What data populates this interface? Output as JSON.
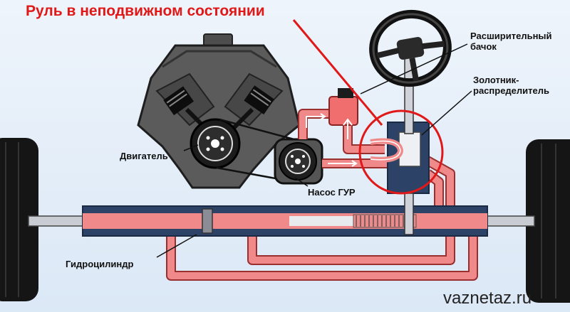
{
  "title": "Руль в неподвижном состоянии",
  "labels": {
    "reservoir_line1": "Расширительный",
    "reservoir_line2": "бачок",
    "valve_line1": "Золотник-",
    "valve_line2": "распределитель",
    "engine": "Двигатель",
    "pump": "Насос ГУР",
    "cylinder": "Гидроцилиндр"
  },
  "watermark": "vaznetaz.ru",
  "colors": {
    "accent_red": "#e01818",
    "fluid_pink": "#f08a8a",
    "fluid_dark": "#b93636",
    "housing_blue": "#2c4266",
    "engine_gray": "#5a5a5a",
    "tire_black": "#151515"
  }
}
